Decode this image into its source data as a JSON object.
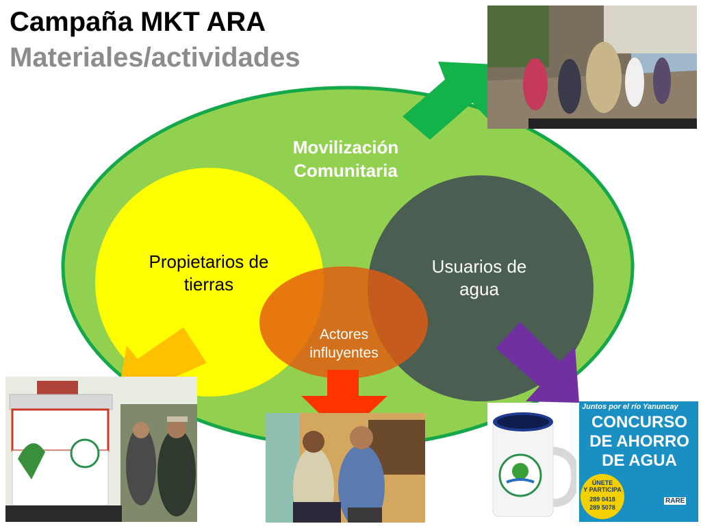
{
  "header": {
    "title": "Campaña MKT ARA",
    "subtitle": "Materiales/actividades"
  },
  "diagram": {
    "outer_label": "Movilización Comunitaria",
    "left_circle_label": "Propietarios de tierras",
    "right_circle_label": "Usuarios de agua",
    "overlap_label": "Actores influyentes"
  },
  "poster": {
    "header": "Juntos por el río Yanuncay",
    "line1": "CONCURSO",
    "line2": "DE AHORRO",
    "line3": "DE AGUA",
    "badge_line1": "ÚNETE",
    "badge_line2": "Y PARTICIPA",
    "phone1": "289 0418",
    "phone2": "289 5078",
    "logo_text": "RARE"
  },
  "colors": {
    "outer_ellipse": "#92d050",
    "outer_stroke": "#14a84a",
    "left_circle": "#ffff00",
    "right_circle": "#4a5e52",
    "overlap": "#e05a10",
    "arrow_green": "#14b24a",
    "arrow_orange": "#ffc000",
    "arrow_red": "#ff3300",
    "arrow_purple": "#7030a0"
  }
}
